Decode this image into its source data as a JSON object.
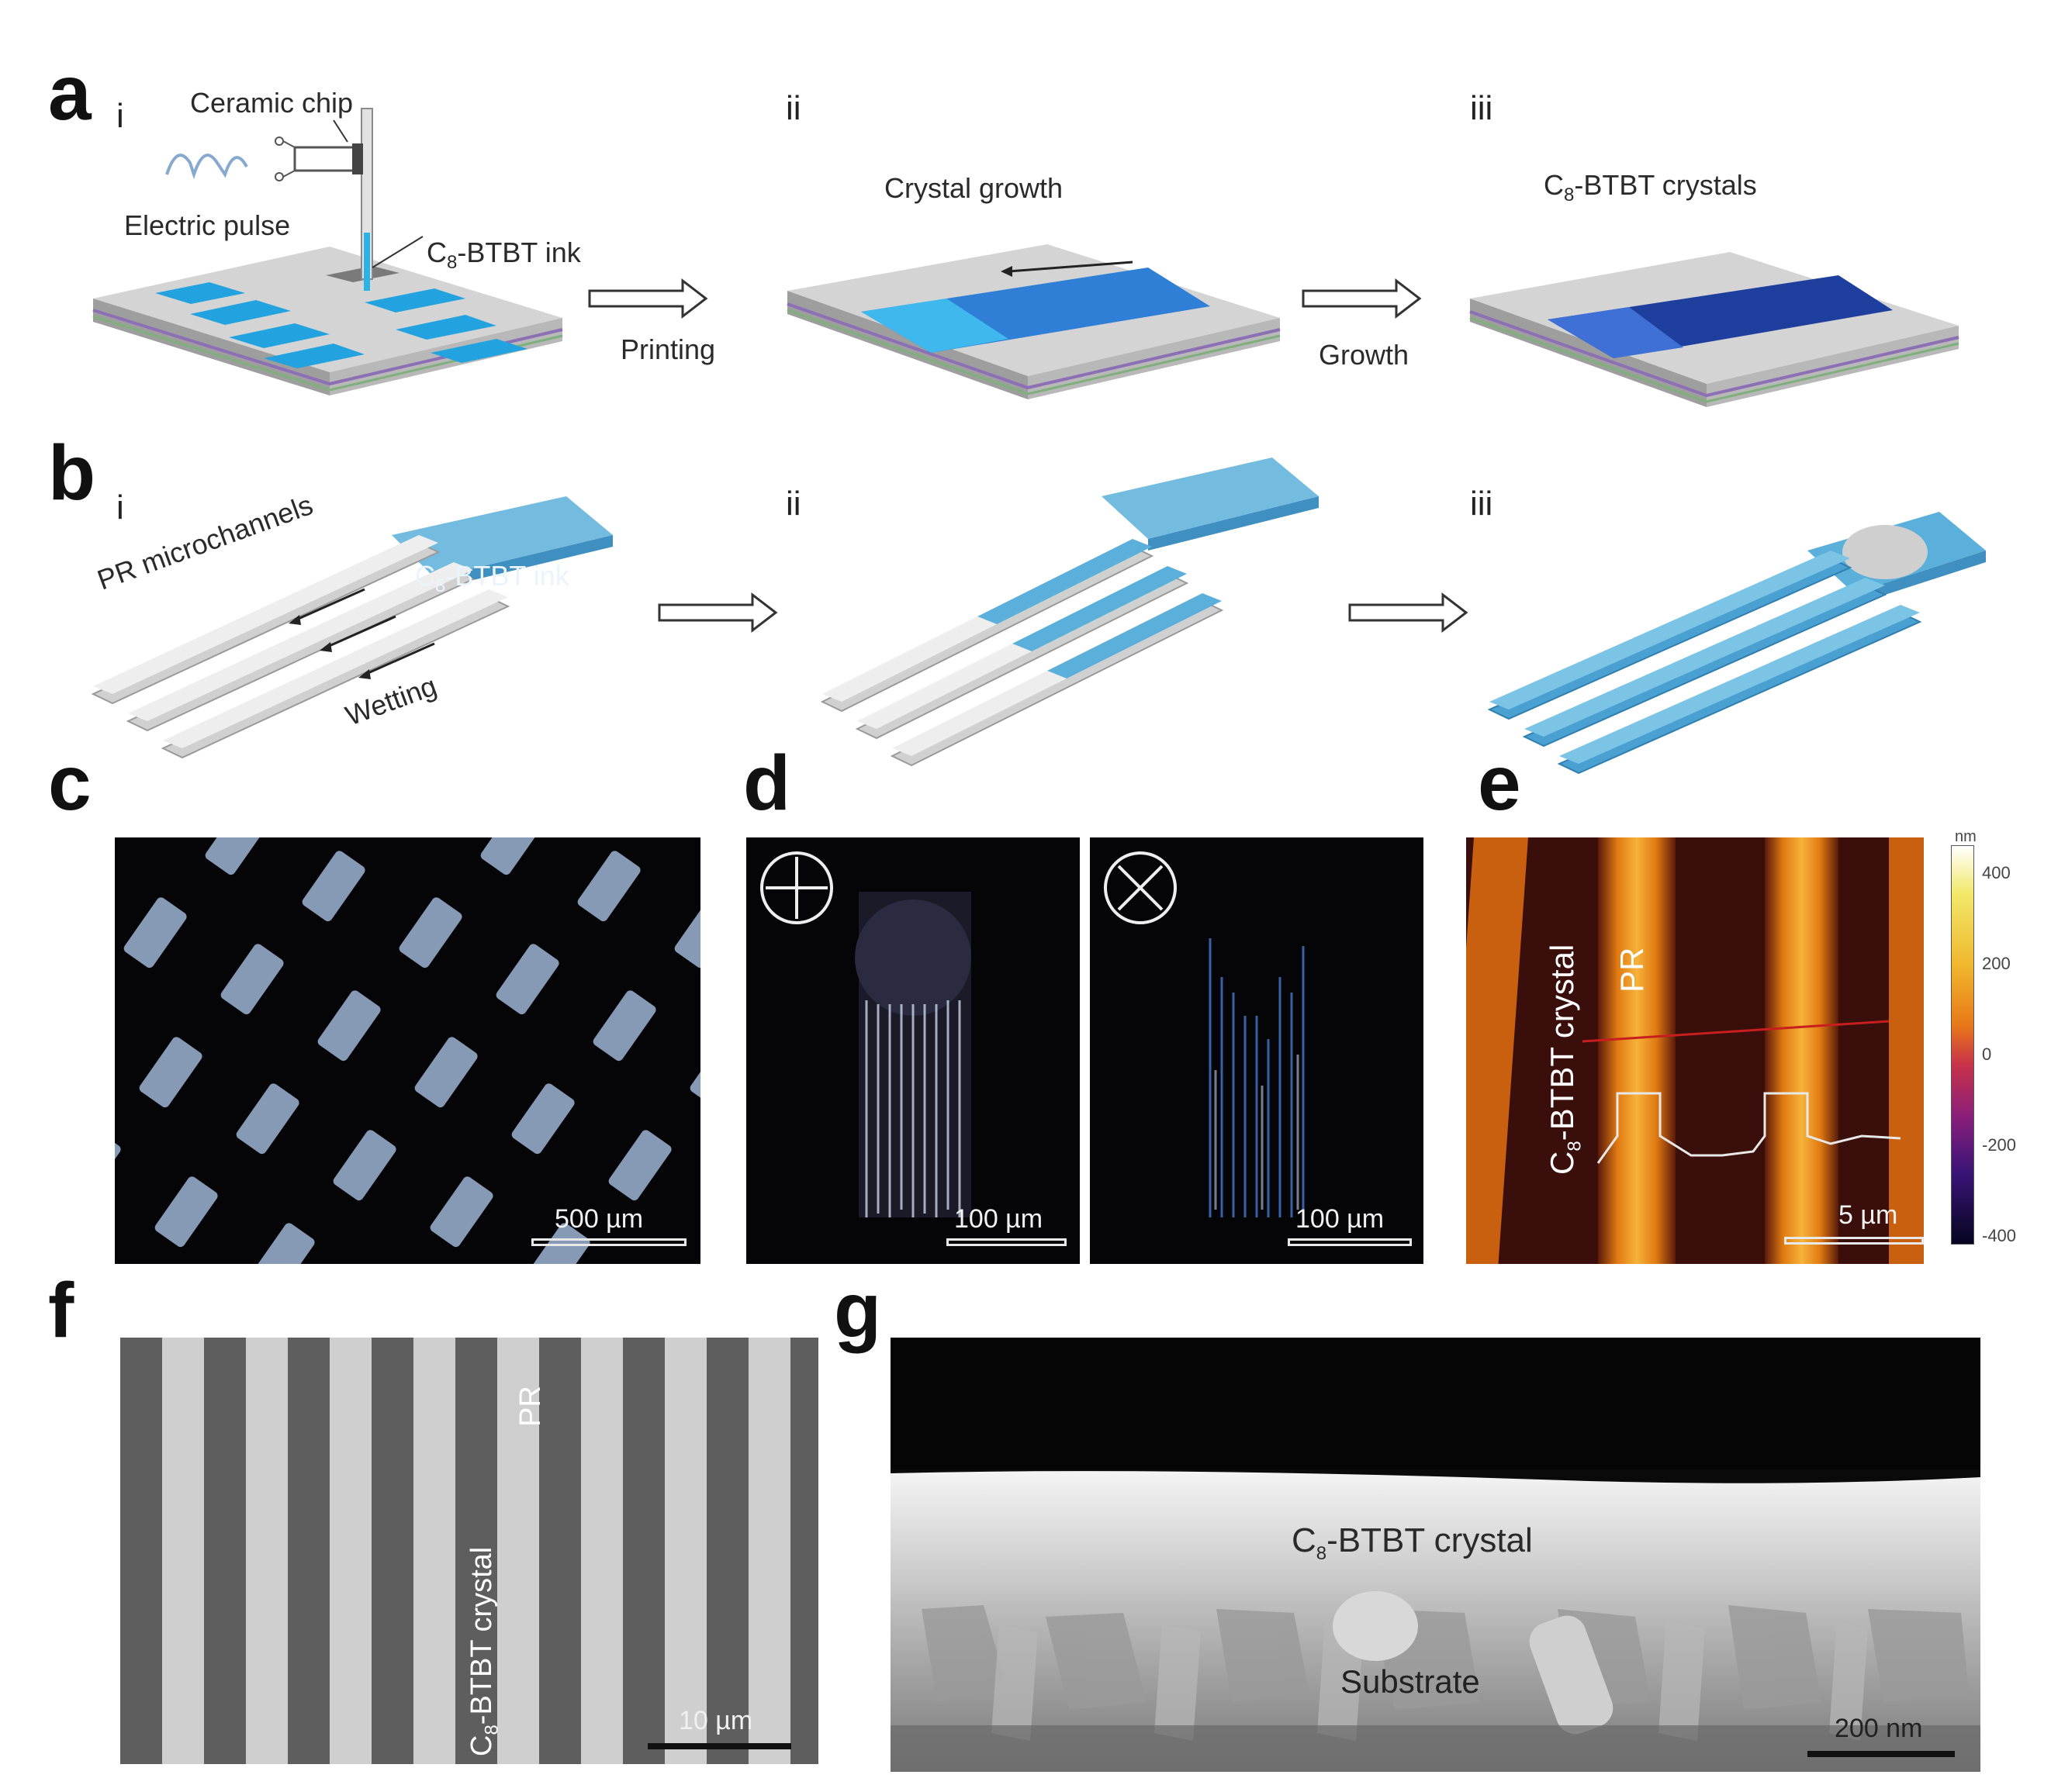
{
  "panel_letters": {
    "a": "a",
    "b": "b",
    "c": "c",
    "d": "d",
    "e": "e",
    "f": "f",
    "g": "g"
  },
  "sub_labels": {
    "i": "i",
    "ii": "ii",
    "iii": "iii"
  },
  "panel_a": {
    "ceramic_chip": "Ceramic chip",
    "electric_pulse": "Electric pulse",
    "ink_prefix": "C",
    "ink_sub": "8",
    "ink_suffix": "-BTBT ink",
    "printing": "Printing",
    "crystal_growth": "Crystal growth",
    "growth": "Growth",
    "crystals_prefix": "C",
    "crystals_sub": "8",
    "crystals_suffix": "-BTBT crystals"
  },
  "panel_b": {
    "microchannels": "PR microchannels",
    "ink_prefix": "C",
    "ink_sub": "8",
    "ink_suffix": "-BTBT ink",
    "wetting": "Wetting"
  },
  "panel_c": {
    "scale": "500 µm"
  },
  "panel_d": {
    "scale_left": "100 µm",
    "scale_right": "100 µm"
  },
  "panel_e": {
    "crystal_prefix": "C",
    "crystal_sub": "8",
    "crystal_suffix": "-BTBT crystal",
    "pr": "PR",
    "scale": "5 µm",
    "colorbar_unit": "nm",
    "colorbar_ticks": [
      "400",
      "200",
      "0",
      "-200",
      "-400"
    ]
  },
  "panel_f": {
    "crystal_prefix": "C",
    "crystal_sub": "8",
    "crystal_suffix": "-BTBT crystal",
    "pr": "PR",
    "scale": "10 µm"
  },
  "panel_g": {
    "crystal_prefix": "C",
    "crystal_sub": "8",
    "crystal_suffix": "-BTBT crystal",
    "substrate": "Substrate",
    "scale": "200 nm"
  },
  "colors": {
    "ink_blue": "#2fa0d8",
    "crystal_blue": "#2f5fd0",
    "substrate_gray": "#cfcfcf",
    "afm_orange": "#e8820f",
    "afm_line": "#c81e1e"
  }
}
